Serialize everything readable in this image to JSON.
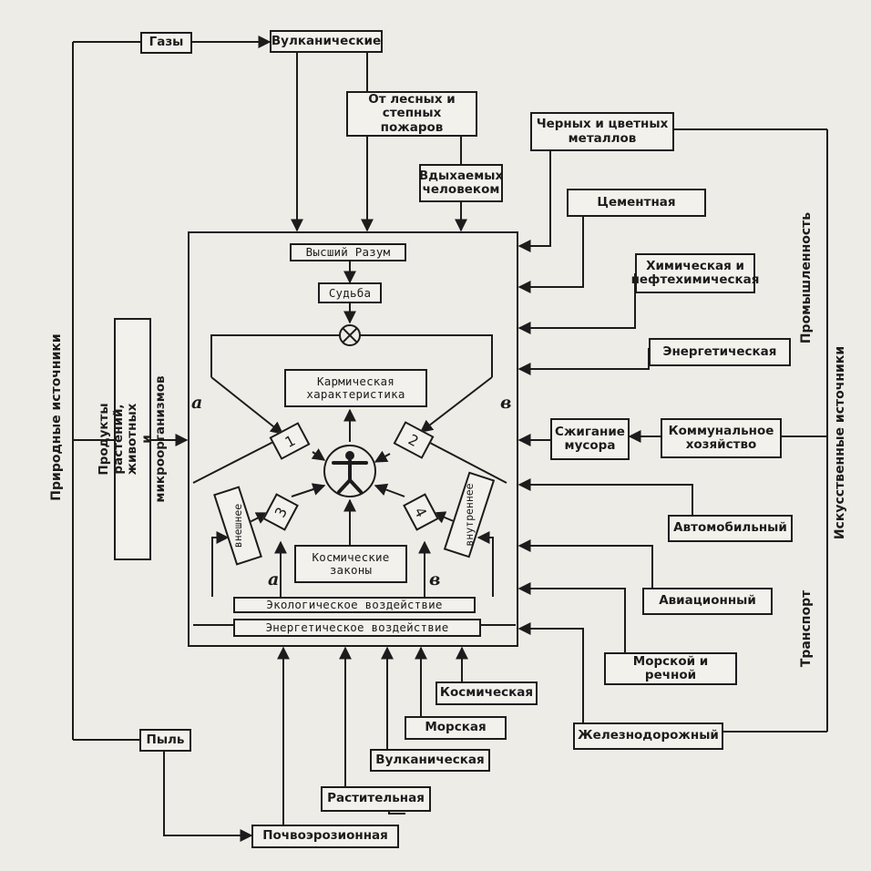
{
  "natural": {
    "title": "Природные источники",
    "gases": "Газы",
    "volcanic": "Вулканические",
    "forest_fires": "От лесных и\nстепных пожаров",
    "exhaled": "Вдыхаемых\nчеловеком",
    "bio_products": "Продукты растений, животных\nи микроорганизмов",
    "dust": "Пыль",
    "dust_sources": [
      "Почвоэрозионная",
      "Растительная",
      "Вулканическая",
      "Морская",
      "Космическая"
    ]
  },
  "artificial": {
    "title": "Искусственные источники",
    "industry_title": "Промышленность",
    "industry": [
      "Черных и цветных\nметаллов",
      "Цементная",
      "Химическая и\nнефтехимическая",
      "Энергетическая"
    ],
    "waste_burning": "Сжигание\nмусора",
    "municipal": "Коммунальное\nхозяйство",
    "transport_title": "Транспорт",
    "transport": [
      "Автомобильный",
      "Авиационный",
      "Морской и речной",
      "Железнодорожный"
    ]
  },
  "center": {
    "higher_mind": "Высший Разум",
    "fate": "Судьба",
    "karmic": "Кармическая\nхарактеристика",
    "cosmic_laws": "Космические\nзаконы",
    "external": "внешнее",
    "internal": "внутреннее",
    "numbers": [
      "1",
      "2",
      "3",
      "4"
    ],
    "letter_a": "а",
    "letter_v": "в",
    "ecological": "Экологическое воздействие",
    "energetic": "Энергетическое воздействие"
  }
}
